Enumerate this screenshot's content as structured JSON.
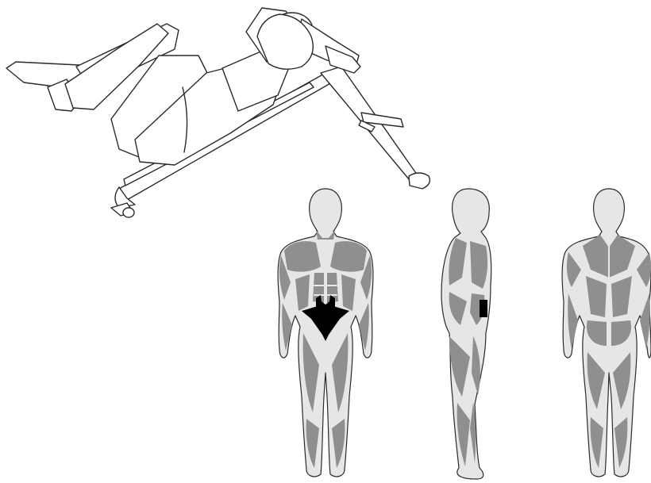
{
  "colors": {
    "line": "#2a2a2a",
    "background": "#ffffff",
    "body_outline_fill": "#e6e6e6",
    "muscle": "#8f8f8f",
    "highlight": "#000000"
  },
  "figures": [
    "front-view",
    "side-view",
    "back-view"
  ],
  "highlighted_muscle": "lower-abdominals",
  "exercise_icon": "decline-bench-crunch"
}
